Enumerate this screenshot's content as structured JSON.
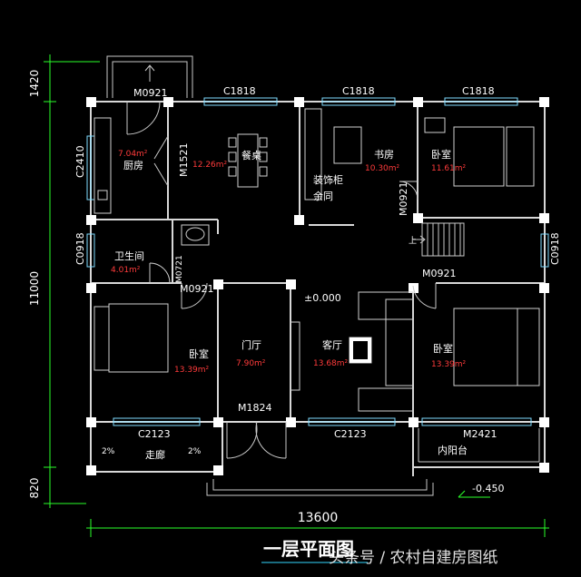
{
  "drawing": {
    "title": "一层平面图",
    "watermark": "头条号 / 农村自建房图纸",
    "dimensions": {
      "overall_width": "13600",
      "overall_depth": "11000",
      "top_porch": "1420",
      "bottom_porch": "820"
    },
    "levels": {
      "main": "±0.000",
      "outdoor": "-0.450"
    },
    "rooms": {
      "kitchen": {
        "name": "厨房",
        "area": "7.04m²"
      },
      "dining": {
        "name": "餐桌",
        "area": "12.26m²"
      },
      "study": {
        "name": "书房",
        "area": "10.30m²"
      },
      "bedroom_ne": {
        "name": "卧室",
        "area": "11.61m²"
      },
      "bath": {
        "name": "卫生间",
        "area": "4.01m²"
      },
      "bedroom_sw": {
        "name": "卧室",
        "area": "13.39m²"
      },
      "foyer": {
        "name": "门厅",
        "area": "7.90m²"
      },
      "living": {
        "name": "客厅",
        "area": "13.68m²"
      },
      "bedroom_se": {
        "name": "卧室",
        "area": "13.39m²"
      },
      "corridor": {
        "name": "走廊"
      },
      "balcony": {
        "name": "内阳台"
      },
      "cabinet": {
        "name": "装饰柜"
      },
      "partition": {
        "name": "余同"
      }
    },
    "tags": {
      "door_top": "M0921",
      "win_c1818_a": "C1818",
      "win_c1818_b": "C1818",
      "win_c1818_c": "C1818",
      "win_c2410": "C2410",
      "door_m1521": "M1521",
      "door_m0921_study": "M0921",
      "win_c0918_w": "C0918",
      "win_c0918_e": "C0918",
      "door_m0721": "M0721",
      "door_m0921_sw": "M0921",
      "door_m0921_se": "M0921",
      "door_m1824": "M1824",
      "win_c2123_a": "C2123",
      "win_c2123_b": "C2123",
      "door_m2421": "M2421",
      "slope_a": "2%",
      "slope_b": "2%"
    },
    "stair": {
      "label": "上"
    }
  }
}
